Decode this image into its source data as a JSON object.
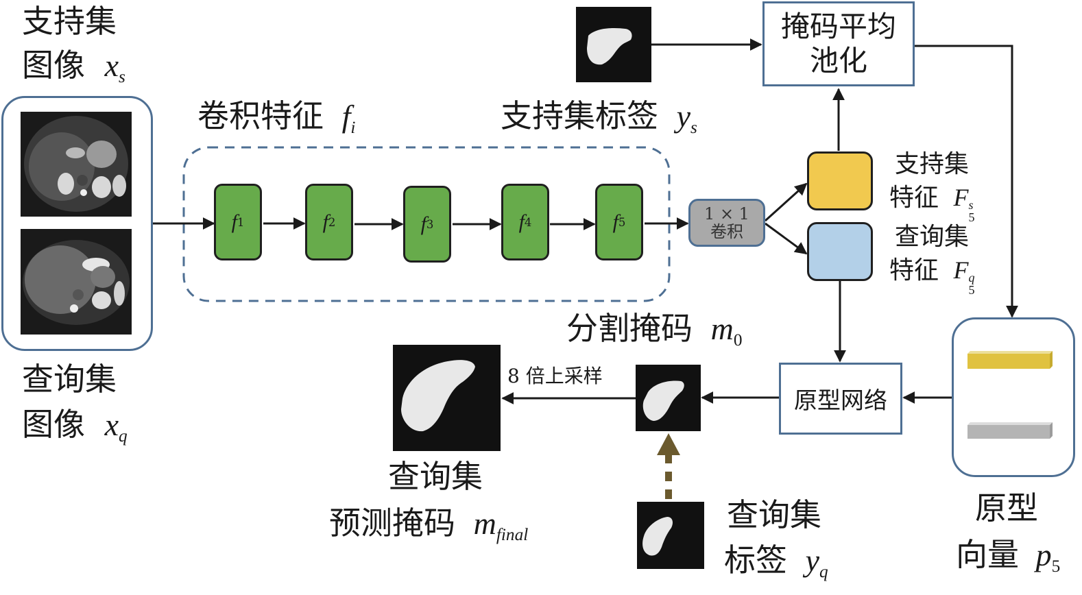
{
  "labels": {
    "support_image": {
      "line1": "支持集",
      "line2": "图像",
      "symbol": "x",
      "subscript": "s"
    },
    "query_image": {
      "line1": "查询集",
      "line2": "图像",
      "symbol": "x",
      "subscript": "q"
    },
    "conv_features": {
      "text": "卷积特征",
      "symbol": "f",
      "subscript": "i"
    },
    "support_label": {
      "text": "支持集标签",
      "symbol": "y",
      "subscript": "s"
    },
    "masked_avg_pool": {
      "line1": "掩码平均",
      "line2": "池化"
    },
    "conv1x1": {
      "line1": "1 × 1",
      "line2": "卷积"
    },
    "support_feature": {
      "line1": "支持集",
      "line2": "特征",
      "symbol": "F",
      "subscript": "5",
      "superscript": "s"
    },
    "query_feature": {
      "line1": "查询集",
      "line2": "特征",
      "symbol": "F",
      "subscript": "5",
      "superscript": "q"
    },
    "seg_mask": {
      "text": "分割掩码",
      "symbol": "m",
      "subscript": "0"
    },
    "proto_net": {
      "text": "原型网络"
    },
    "upsample": {
      "text": "8 倍上采样"
    },
    "query_pred": {
      "line1": "查询集",
      "line2": "预测掩码",
      "symbol": "m",
      "subscript": "final"
    },
    "query_label": {
      "line1": "查询集",
      "line2": "标签",
      "symbol": "y",
      "subscript": "q"
    },
    "prototype": {
      "line1": "原型",
      "line2": "向量",
      "symbol": "p",
      "subscript": "5"
    }
  },
  "feature_blocks": [
    {
      "symbol": "f",
      "subscript": "1"
    },
    {
      "symbol": "f",
      "subscript": "2"
    },
    {
      "symbol": "f",
      "subscript": "3"
    },
    {
      "symbol": "f",
      "subscript": "4"
    },
    {
      "symbol": "f",
      "subscript": "5"
    }
  ],
  "colors": {
    "feature_green": "#67ab4b",
    "support_feature_yellow": "#f1c94f",
    "query_feature_blue": "#b3d0e8",
    "conv_gray": "#a9a9a9",
    "frame_blue": "#4e6f93",
    "dashed_arrow_brown": "#6b5a2e",
    "proto_yellow": "#e0c240",
    "proto_gray": "#b4b4b4"
  }
}
